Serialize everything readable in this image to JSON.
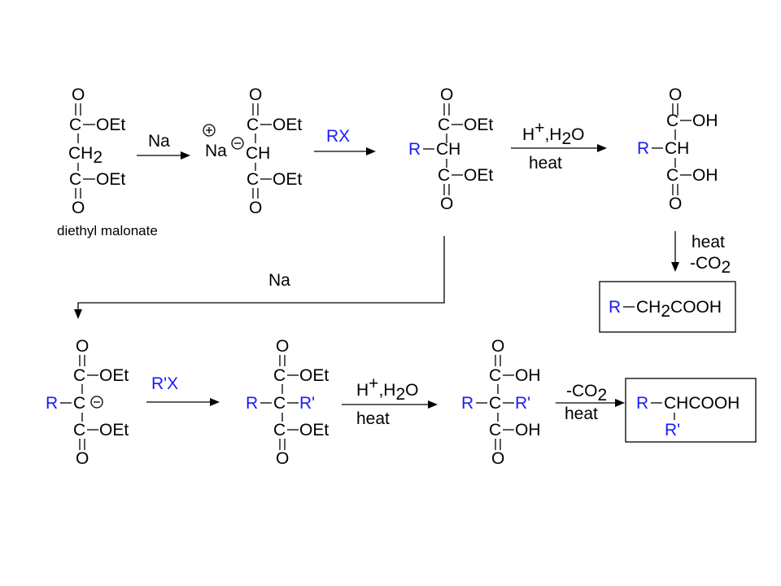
{
  "scheme": {
    "atoms": {
      "o": "O",
      "c": "C",
      "ch": "CH",
      "oet": "OEt",
      "oh": "OH",
      "r": "R",
      "rp": "R'",
      "na": "Na",
      "ch2_base": "CH",
      "ch2_sub": "2",
      "ch2cooh": "COOH",
      "chcooh": "CHCOOH",
      "plus_sign": "+",
      "minus_sign": "−"
    },
    "compound_labels": {
      "diethyl_malonate": "diethyl malonate"
    },
    "reagents": {
      "na": "Na",
      "rx": "RX",
      "rpx": "R'X",
      "h_plus_h": "H",
      "h_plus_sup": "+",
      "h2o_lead": ",H",
      "h2o_sub": "2",
      "h2o_tail": "O",
      "heat": "heat",
      "co2_lead": "-CO",
      "co2_sub": "2"
    }
  }
}
